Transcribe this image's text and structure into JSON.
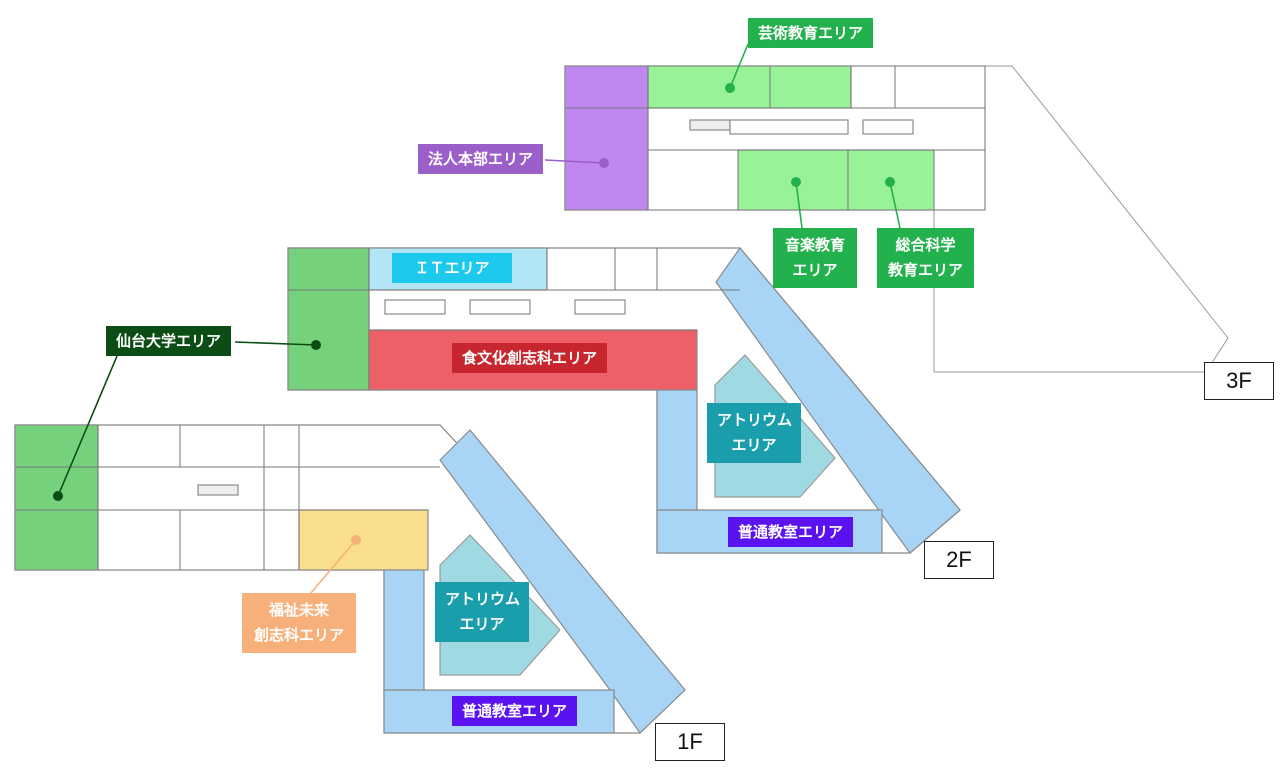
{
  "floors": {
    "f1": "1F",
    "f2": "2F",
    "f3": "3F"
  },
  "areas": {
    "geijutsu": {
      "label": "芸術教育エリア",
      "color": "#22b14c"
    },
    "hojin": {
      "label": "法人本部エリア",
      "color": "#9b5fc9"
    },
    "ongaku": {
      "label": [
        "音楽教育",
        "エリア"
      ],
      "color": "#22b14c"
    },
    "sogo": {
      "label": [
        "総合科学",
        "教育エリア"
      ],
      "color": "#22b14c"
    },
    "it": {
      "label": "ＩＴエリア",
      "color": "#1ec9ee"
    },
    "sendai": {
      "label": "仙台大学エリア",
      "color": "#0b4d15"
    },
    "shoku": {
      "label": "食文化創志科エリア",
      "color": "#c7262e"
    },
    "atrium2": {
      "label": [
        "アトリウム",
        "エリア"
      ],
      "color": "#1b9eab"
    },
    "futsu2": {
      "label": "普通教室エリア",
      "color": "#5a12f0"
    },
    "atrium1": {
      "label": [
        "アトリウム",
        "エリア"
      ],
      "color": "#1b9eab"
    },
    "futsu1": {
      "label": "普通教室エリア",
      "color": "#5a12f0"
    },
    "fukushi": {
      "label": [
        "福祉未来",
        "創志科エリア"
      ],
      "color": "#f8b07a"
    }
  },
  "zone_fills": {
    "sendai": "#76d17c",
    "hojin": "#c087f0",
    "geijutsu": "#98f298",
    "ongaku": "#98f298",
    "sogo": "#98f298",
    "it": "#b2e6f6",
    "shoku": "#ee6068",
    "futsu": "#a8d4f6",
    "fukushi": "#f9df8d",
    "atrium": "#8fd3dd"
  }
}
